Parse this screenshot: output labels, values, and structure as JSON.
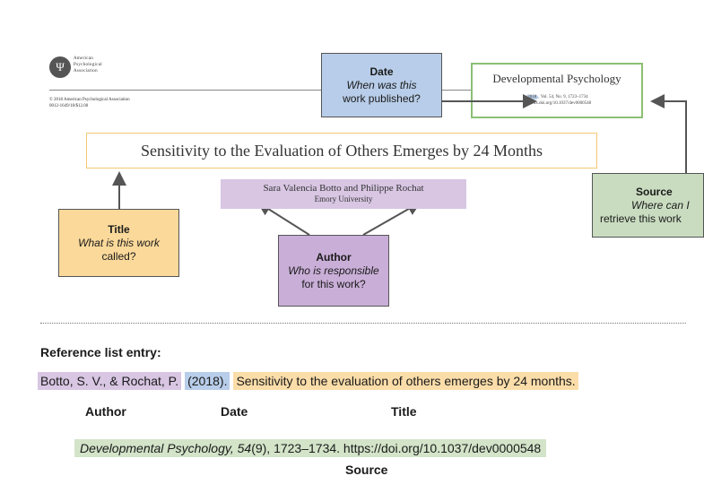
{
  "header": {
    "publisher_lines": [
      "American",
      "Psychological",
      "Association"
    ],
    "copyright_lines": [
      "© 2018 American Psychological Association",
      "0012-1649/18/$12.00"
    ]
  },
  "journal": {
    "name": "Developmental Psychology",
    "year": "2018",
    "meta_rest": ", Vol. 54, No. 9, 1723–1734",
    "doi_line": "http://dx.doi.org/10.1037/dev0000548"
  },
  "paper": {
    "title": "Sensitivity to the Evaluation of Others Emerges by 24 Months",
    "authors": "Sara Valencia Botto and Philippe Rochat",
    "affiliation": "Emory University"
  },
  "callouts": {
    "date": {
      "head": "Date",
      "q1": "When was this",
      "q2": "work published?"
    },
    "title": {
      "head": "Title",
      "q1": "What is this work",
      "q2": "called?"
    },
    "author": {
      "head": "Author",
      "q1": "Who is responsible",
      "q2": "for this work?"
    },
    "source": {
      "head": "Source",
      "q1": "Where can I",
      "q2": "retrieve this work"
    }
  },
  "reference": {
    "heading": "Reference list entry:",
    "author": "Botto, S. V., & Rochat, P.",
    "date": "(2018).",
    "title": "Sensitivity to the evaluation of others emerges by 24 months.",
    "source_journal": "Developmental Psychology,",
    "source_volume": "54",
    "source_rest": "(9), 1723–1734. https://doi.org/10.1037/dev0000548",
    "labels": {
      "author": "Author",
      "date": "Date",
      "title": "Title",
      "source": "Source"
    }
  },
  "colors": {
    "date": "#b8cde9",
    "title": "#fbd99a",
    "author": "#c9aed7",
    "source": "#c9dcc0"
  }
}
